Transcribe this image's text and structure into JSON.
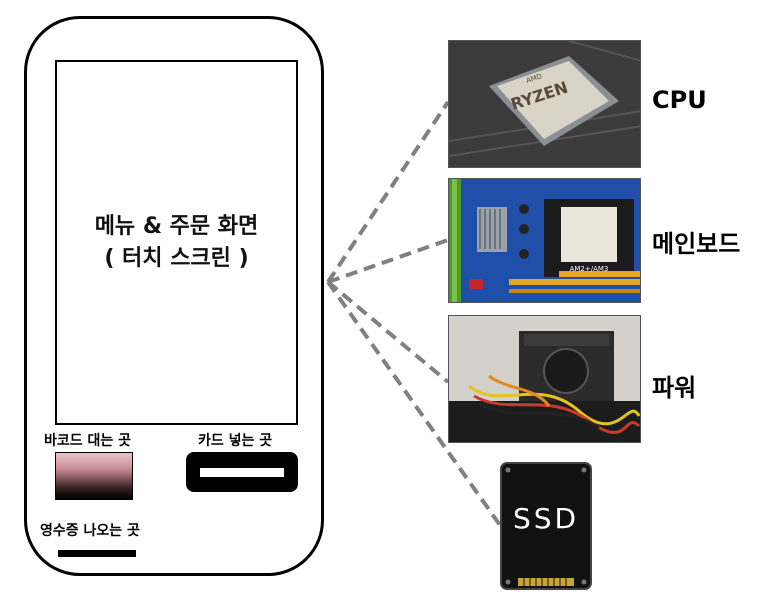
{
  "kiosk": {
    "screen_line1": "메뉴 & 주문 화면",
    "screen_line2": "( 터치 스크린 )",
    "barcode_label": "바코드 대는 곳",
    "card_label": "카드 넣는 곳",
    "receipt_label": "영수증 나오는 곳"
  },
  "components": {
    "cpu": {
      "label": "CPU",
      "chip_brand": "AMD",
      "chip_name": "RYZEN"
    },
    "mainboard": {
      "label": "메인보드",
      "socket_text": "AM2+/AM3"
    },
    "power": {
      "label": "파워"
    },
    "ssd": {
      "label": "SSD"
    }
  },
  "colors": {
    "connector_line": "#808080",
    "mainboard_pcb": "#1f4fa8",
    "ssd_body": "#111111"
  }
}
